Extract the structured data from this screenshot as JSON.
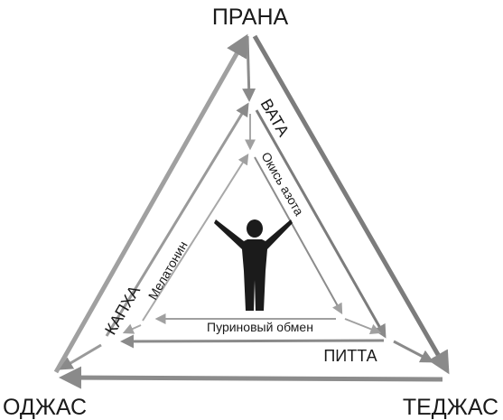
{
  "corners": {
    "top": "ПРАНА",
    "left": "ОДЖАС",
    "right": "ТЕДЖАС"
  },
  "doshas": {
    "vata": "ВАТА",
    "pitta": "ПИТТА",
    "kapha": "КАПХА"
  },
  "processes": {
    "nitric_oxide": "Окись азота",
    "melatonin": "Мелатонин",
    "purine_metabolism": "Пуриновый обмен"
  },
  "colors": {
    "outer_arrow": "#9a9a9a",
    "outer_arrow_dark": "#7a7a7a",
    "middle_arrow": "#8c8c8c",
    "inner_arrow": "#a8a8a8",
    "figure": "#1b1b1b"
  },
  "icons": {
    "figure": "human-figure-raised-arms-icon"
  }
}
